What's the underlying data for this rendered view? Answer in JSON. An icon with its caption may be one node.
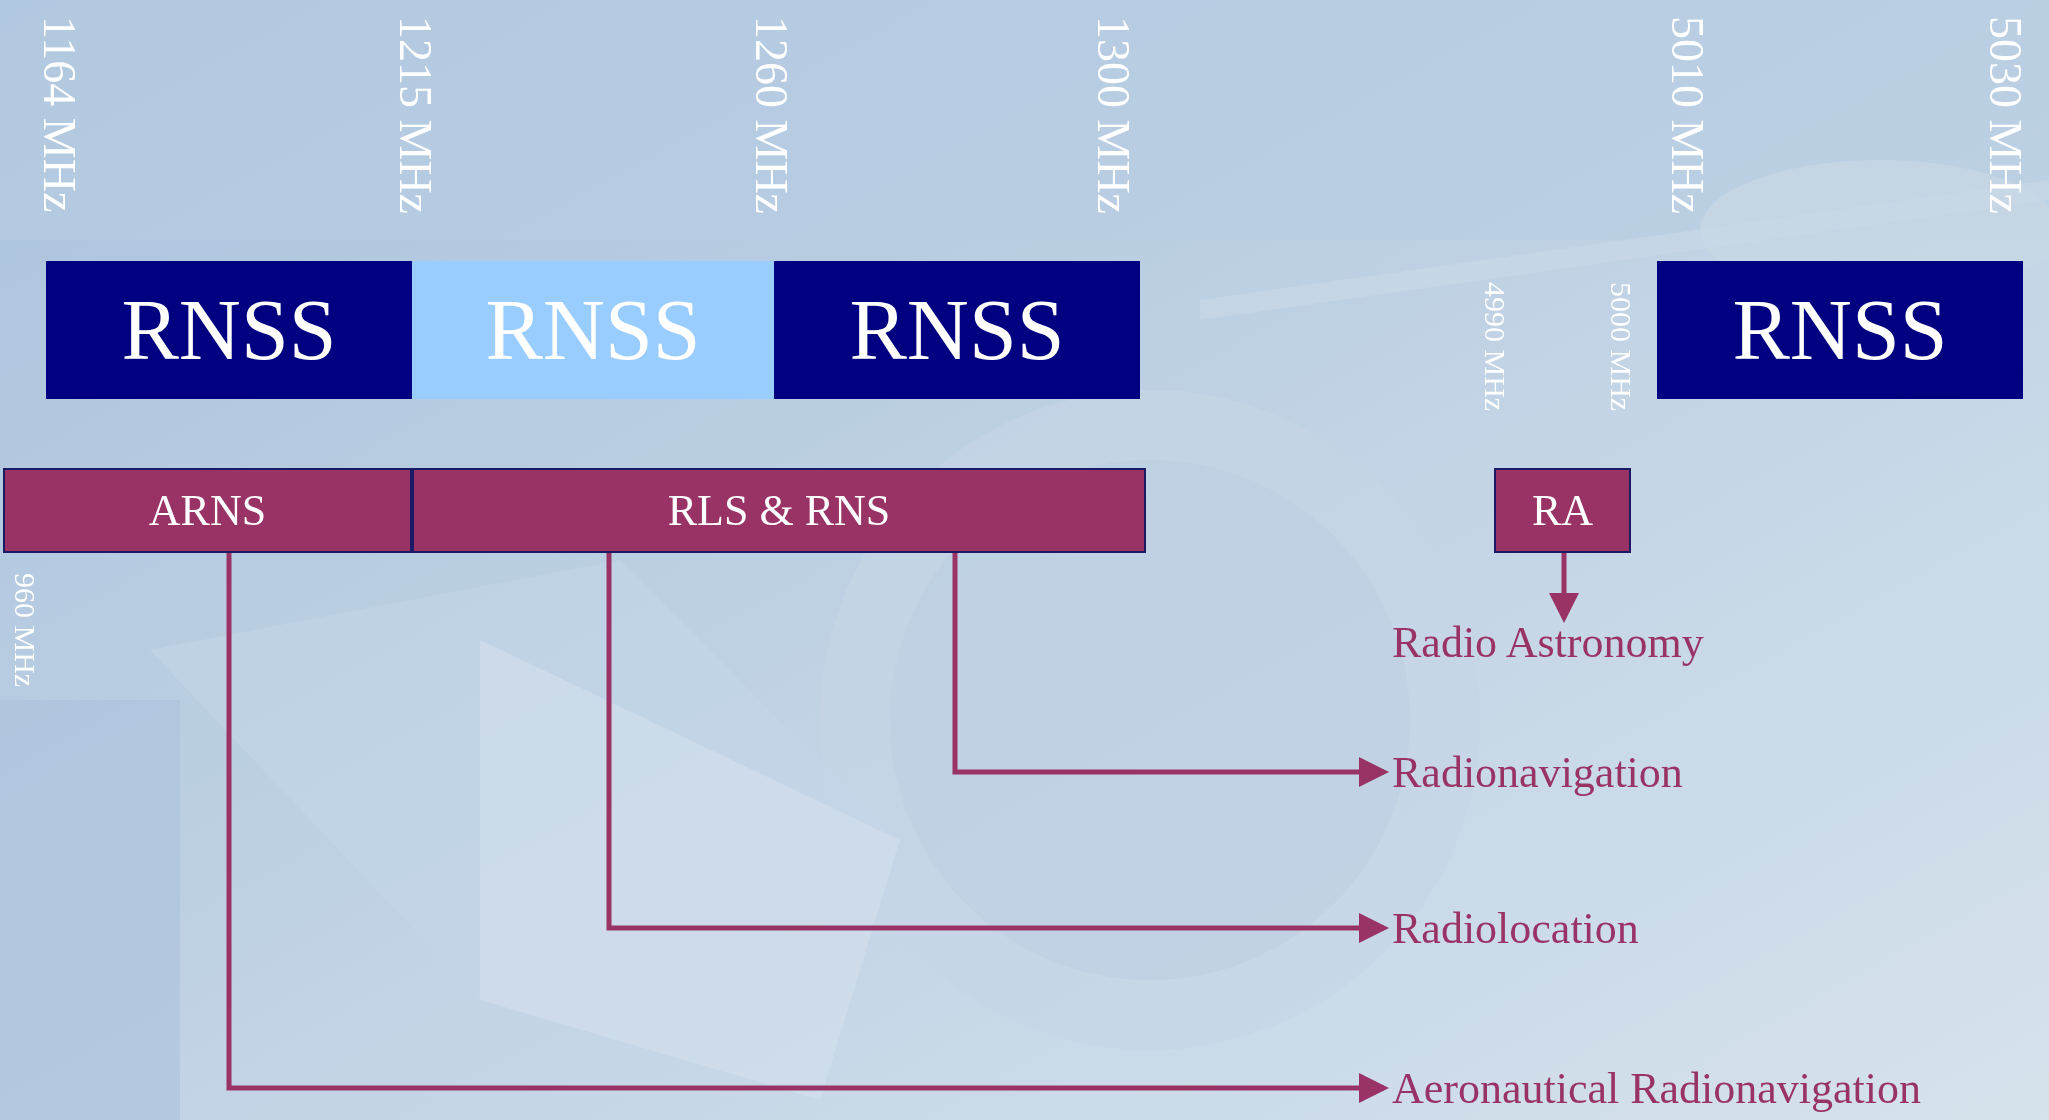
{
  "diagram": {
    "nodes": [
      {
        "text": [
          "RNSS"
        ]
      },
      {
        "text": [
          "RNSS"
        ]
      },
      {
        "text": [
          "RNSS"
        ]
      },
      {
        "text": [
          "RNSS"
        ]
      },
      {
        "text": [
          "ARNS"
        ]
      },
      {
        "text": [
          "RLS & RNS"
        ]
      },
      {
        "text": [
          "RA"
        ]
      },
      {
        "text": [
          "Radio Astronomy"
        ]
      },
      {
        "text": [
          "Radionavigation"
        ]
      },
      {
        "text": [
          "Radiolocation"
        ]
      },
      {
        "text": [
          "Aeronautical Radionavigation"
        ]
      }
    ],
    "edges": [
      {
        "from": 6,
        "to": 7,
        "arrow": "to"
      },
      {
        "from": 5,
        "to": 8,
        "arrow": "to"
      },
      {
        "from": 5,
        "to": 9,
        "arrow": "to"
      },
      {
        "from": 4,
        "to": 10,
        "arrow": "to"
      }
    ],
    "labels": [
      "1164 MHz",
      "1215 MHz",
      "1260 MHz",
      "1300 MHz",
      "5010 MHz",
      "5030 MHz",
      "4990 MHz",
      "5000 MHz",
      "960 MHz"
    ]
  }
}
